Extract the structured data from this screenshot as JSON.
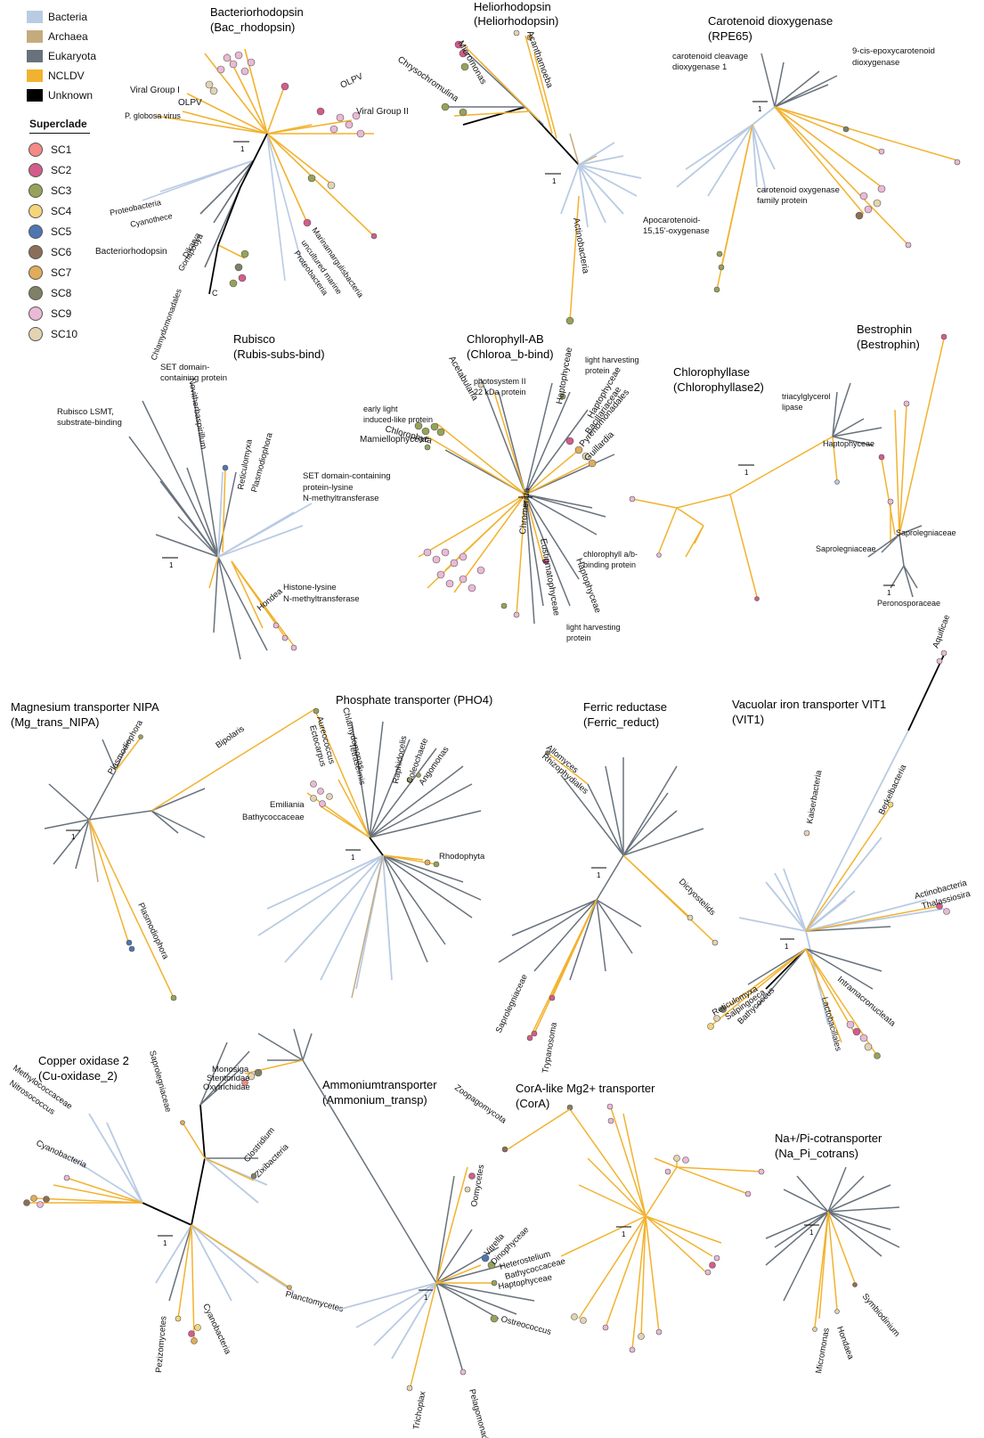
{
  "legend": {
    "taxa": [
      {
        "label": "Bacteria",
        "color": "#b9cbe3"
      },
      {
        "label": "Archaea",
        "color": "#c4ab7e"
      },
      {
        "label": "Eukaryota",
        "color": "#68727c"
      },
      {
        "label": "NCLDV",
        "color": "#f2b22f"
      },
      {
        "label": "Unknown",
        "color": "#000000"
      }
    ],
    "superclade_title": "Superclade",
    "superclades": [
      {
        "label": "SC1",
        "color": "#f38a86"
      },
      {
        "label": "SC2",
        "color": "#d45c8c"
      },
      {
        "label": "SC3",
        "color": "#96a25a"
      },
      {
        "label": "SC4",
        "color": "#f6d57a"
      },
      {
        "label": "SC5",
        "color": "#4f76b2"
      },
      {
        "label": "SC6",
        "color": "#8b6e5a"
      },
      {
        "label": "SC7",
        "color": "#e0ac5a"
      },
      {
        "label": "SC8",
        "color": "#808066"
      },
      {
        "label": "SC9",
        "color": "#eab9d6"
      },
      {
        "label": "SC10",
        "color": "#e3d3b3"
      }
    ]
  },
  "trees": [
    {
      "title": "Bacteriorhodopsin",
      "subtitle": "(Bac_rhodopsin)",
      "labels": [
        "Viral Group I",
        "OLPV",
        "P. globosa virus",
        "OLPV",
        "Viral Group II",
        "Proteobacteria",
        "Cyanothece",
        "Bacteriorhodopsin",
        "Dikarya",
        "Gonapodya",
        "Chlamydomonadales",
        "C",
        "Marinamargulisbacteria",
        "uncultured marine",
        "Proteobacteria"
      ]
    },
    {
      "title": "Heliorhodopsin",
      "subtitle": "(Heliorhodopsin)",
      "labels": [
        "Micromonas",
        "Acanthamoeba",
        "Chrysochromulina",
        "Actinobacteria"
      ]
    },
    {
      "title": "Carotenoid dioxygenase",
      "subtitle": "(RPE65)",
      "labels": [
        "carotenoid cleavage",
        "dioxygenase 1",
        "9-cis-epoxycarotenoid",
        "dioxygenase",
        "carotenoid oxygenase",
        "family protein",
        "Apocarotenoid-",
        "15,15'-oxygenase"
      ]
    },
    {
      "title": "Rubisco",
      "subtitle": "(Rubis-subs-bind)",
      "labels": [
        "SET domain-",
        "containing protein",
        "Rubisco LSMT,",
        "substrate-binding",
        "Novitherbaspirillum",
        "Reticulomyxa",
        "Plasmodiophora",
        "SET domain-containing",
        "protein-lysine",
        "N-methyltransferase",
        "Histone-lysine",
        "N-methyltransferase",
        "Hondea"
      ]
    },
    {
      "title": "Chlorophyll-AB",
      "subtitle": "(Chloroa_b-bind)",
      "labels": [
        "Acetabularia",
        "photosystem II",
        "22 kDa protein",
        "early light",
        "induced-like protein",
        "Chlorophyta",
        "Mamiellophyceae",
        "Haptophyceae",
        "light harvesting",
        "protein",
        "Haptophyceae",
        "Bacillariaceae",
        "Pyrenomonadales",
        "Guillardia",
        "Chromerida",
        "Eustigmatophyceae",
        "chlorophyll a/b-",
        "binding protein",
        "Haptophyceae",
        "light harvesting",
        "protein"
      ]
    },
    {
      "title": "Chlorophyllase",
      "subtitle": "(Chlorophyllase2)",
      "labels": [
        "triacylglycerol",
        "lipase",
        "Haptophyceae"
      ]
    },
    {
      "title": "Bestrophin",
      "subtitle": "(Bestrophin)",
      "labels": [
        "Saprolegniaceae",
        "Saprolegniaceae",
        "Peronosporaceae"
      ]
    },
    {
      "title": "Magnesium transporter NIPA",
      "subtitle": "(Mg_trans_NIPA)",
      "labels": [
        "Plasmodiophora",
        "Bipolaris",
        "Plasmodiophora"
      ]
    },
    {
      "title": "Phosphate transporter (PHO4)",
      "subtitle": "",
      "labels": [
        "Aureococcus",
        "Ectocarpus",
        "Chlamydomonas",
        "Tetraselmis",
        "Raphidocelis",
        "Coleochaete",
        "Angomonas",
        "Emiliania",
        "Bathycoccaceae",
        "Rhodophyta"
      ]
    },
    {
      "title": "Ferric reductase",
      "subtitle": "(Ferric_reduct)",
      "labels": [
        "Allomyces",
        "Rhizophydiales",
        "Dictyostelids",
        "Saprolegniaceae",
        "Trypanosoma"
      ]
    },
    {
      "title": "Vacuolar iron transporter VIT1",
      "subtitle": "(VIT1)",
      "labels": [
        "Aquificae",
        "Kaiserbacteria",
        "Berkelbacteria",
        "Actinobacteria",
        "Thalassiosira",
        "Reticulomyxa",
        "Salpingoeca",
        "Bathycoccus",
        "Intramacronucleata",
        "Lactobacillales"
      ]
    },
    {
      "title": "Copper oxidase 2",
      "subtitle": "(Cu-oxidase_2)",
      "labels": [
        "Methylococcaceae",
        "Nitrosococcus",
        "Saprolegniaceae",
        "Cyanobacteria",
        "Clostridium",
        "Zixibacteria",
        "Pezizomycetes",
        "Cyanobacteria",
        "Planctomycetes"
      ]
    },
    {
      "title": "Ammoniumtransporter",
      "subtitle": "(Ammonium_transp)",
      "labels": [
        "Monosiga",
        "Stentoridae",
        "Oxytrichidae",
        "Oomycetes",
        "Vitrella",
        "Dinophyceae",
        "Heterostelium",
        "Bathycoccaceae",
        "Haptophyceae",
        "Ostreococcus",
        "Trichoplax",
        "Pelagomonadales"
      ]
    },
    {
      "title": "CorA-like Mg2+ transporter",
      "subtitle": "(CorA)",
      "labels": [
        "Zoopagomycota"
      ]
    },
    {
      "title": "Na+/Pi-cotransporter",
      "subtitle": "(Na_Pi_cotrans)",
      "labels": [
        "Micromonas",
        "Hondaea",
        "Symbiodinium"
      ]
    }
  ],
  "scale_label": "1"
}
